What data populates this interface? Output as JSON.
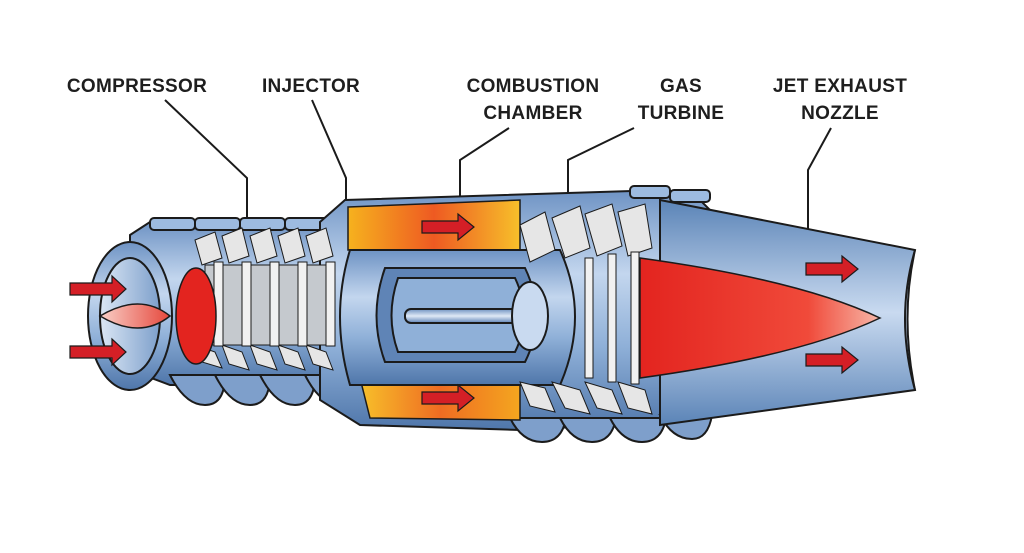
{
  "labels": {
    "compressor": "COMPRESSOR",
    "injector": "INJECTOR",
    "combustion_chamber": "COMBUSTION\nCHAMBER",
    "gas_turbine": "GAS\nTURBINE",
    "jet_exhaust_nozzle": "JET EXHAUST\nNOZZLE"
  },
  "colors": {
    "casing": "#5b84b7",
    "casing_light": "#a9c4e2",
    "blade": "#e6e6e6",
    "flame_hot": "#e62821",
    "flame_warm": "#f7a51f",
    "arrow": "#d41f26",
    "outline": "#1b1b1b"
  }
}
